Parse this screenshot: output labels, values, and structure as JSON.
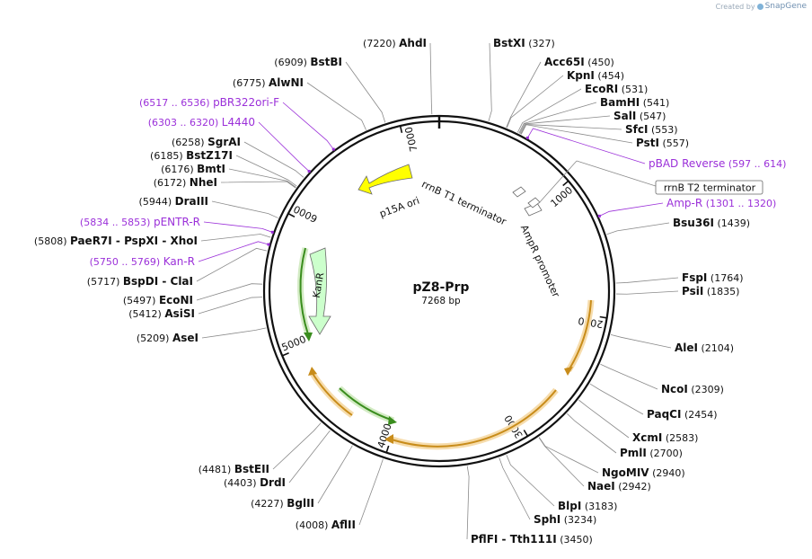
{
  "credit": {
    "prefix": "Created by",
    "brand": "SnapGene"
  },
  "map": {
    "name": "pZ8-Prp",
    "size_label": "7268 bp",
    "length": 7268,
    "ticks": [
      {
        "bp": 1000,
        "label": "1000"
      },
      {
        "bp": 2000,
        "label": "2000"
      },
      {
        "bp": 3000,
        "label": "3000"
      },
      {
        "bp": 4000,
        "label": "4000"
      },
      {
        "bp": 5000,
        "label": "5000"
      },
      {
        "bp": 6000,
        "label": "6000"
      },
      {
        "bp": 7000,
        "label": "7000"
      }
    ]
  },
  "sites": [
    {
      "id": "ahdi",
      "pos": "(7220)",
      "name": "AhdI",
      "bp": 7220
    },
    {
      "id": "bstxi",
      "pos": "(327)",
      "name": "BstXI",
      "bp": 327
    },
    {
      "id": "acc65i",
      "pos": "(450)",
      "name": "Acc65I",
      "bp": 450
    },
    {
      "id": "kpni",
      "pos": "(454)",
      "name": "KpnI",
      "bp": 454
    },
    {
      "id": "ecori",
      "pos": "(531)",
      "name": "EcoRI",
      "bp": 531
    },
    {
      "id": "bamhi",
      "pos": "(541)",
      "name": "BamHI",
      "bp": 541
    },
    {
      "id": "sali",
      "pos": "(547)",
      "name": "SalI",
      "bp": 547
    },
    {
      "id": "sfci",
      "pos": "(553)",
      "name": "SfcI",
      "bp": 553
    },
    {
      "id": "psti",
      "pos": "(557)",
      "name": "PstI",
      "bp": 557
    },
    {
      "id": "bsu36i",
      "pos": "(1439)",
      "name": "Bsu36I",
      "bp": 1439
    },
    {
      "id": "fspi",
      "pos": "(1764)",
      "name": "FspI",
      "bp": 1764
    },
    {
      "id": "psii",
      "pos": "(1835)",
      "name": "PsiI",
      "bp": 1835
    },
    {
      "id": "alei",
      "pos": "(2104)",
      "name": "AleI",
      "bp": 2104
    },
    {
      "id": "ncoi",
      "pos": "(2309)",
      "name": "NcoI",
      "bp": 2309
    },
    {
      "id": "paqci",
      "pos": "(2454)",
      "name": "PaqCI",
      "bp": 2454
    },
    {
      "id": "xcmi",
      "pos": "(2583)",
      "name": "XcmI",
      "bp": 2583
    },
    {
      "id": "pmli",
      "pos": "(2700)",
      "name": "PmlI",
      "bp": 2700
    },
    {
      "id": "ngomiv",
      "pos": "(2940)",
      "name": "NgoMIV",
      "bp": 2940
    },
    {
      "id": "naei",
      "pos": "(2942)",
      "name": "NaeI",
      "bp": 2942
    },
    {
      "id": "blpi",
      "pos": "(3183)",
      "name": "BlpI",
      "bp": 3183
    },
    {
      "id": "sphi",
      "pos": "(3234)",
      "name": "SphI",
      "bp": 3234
    },
    {
      "id": "pflfi",
      "pos": "(3450)",
      "name": "PflFI",
      "name2": "Tth111I",
      "bp": 3450
    },
    {
      "id": "aflii",
      "pos": "(4008)",
      "name": "AflII",
      "bp": 4008
    },
    {
      "id": "bglii",
      "pos": "(4227)",
      "name": "BglII",
      "bp": 4227
    },
    {
      "id": "drdi",
      "pos": "(4403)",
      "name": "DrdI",
      "bp": 4403
    },
    {
      "id": "bsteii",
      "pos": "(4481)",
      "name": "BstEII",
      "bp": 4481
    },
    {
      "id": "asei",
      "pos": "(5209)",
      "name": "AseI",
      "bp": 5209
    },
    {
      "id": "asisi",
      "pos": "(5412)",
      "name": "AsiSI",
      "bp": 5412
    },
    {
      "id": "econi",
      "pos": "(5497)",
      "name": "EcoNI",
      "bp": 5497
    },
    {
      "id": "bspdi",
      "pos": "(5717)",
      "name": "BspDI",
      "name2": "ClaI",
      "bp": 5717
    },
    {
      "id": "paer7i",
      "pos": "(5808)",
      "name": "PaeR7I",
      "name2": "PspXI",
      "name3": "XhoI",
      "bp": 5808
    },
    {
      "id": "draiii",
      "pos": "(5944)",
      "name": "DraIII",
      "bp": 5944
    },
    {
      "id": "nhei",
      "pos": "(6172)",
      "name": "NheI",
      "bp": 6172
    },
    {
      "id": "bmti",
      "pos": "(6176)",
      "name": "BmtI",
      "bp": 6176
    },
    {
      "id": "bstz17i",
      "pos": "(6185)",
      "name": "BstZ17I",
      "bp": 6185
    },
    {
      "id": "sgrai",
      "pos": "(6258)",
      "name": "SgrAI",
      "bp": 6258
    },
    {
      "id": "alwni",
      "pos": "(6775)",
      "name": "AlwNI",
      "bp": 6775
    },
    {
      "id": "bstbi",
      "pos": "(6909)",
      "name": "BstBI",
      "bp": 6909
    }
  ],
  "primers": [
    {
      "id": "pbr322ori-f",
      "pos": "(6517 .. 6536)",
      "name": "pBR322ori-F",
      "bp": 6527
    },
    {
      "id": "l4440",
      "pos": "(6303 .. 6320)",
      "name": "L4440",
      "bp": 6312
    },
    {
      "id": "pentr-r",
      "pos": "(5834 .. 5853)",
      "name": "pENTR-R",
      "bp": 5844
    },
    {
      "id": "kan-r",
      "pos": "(5750 .. 5769)",
      "name": "Kan-R",
      "bp": 5760
    },
    {
      "id": "pbad-reverse",
      "pos": "(597 .. 614)",
      "name": "pBAD Reverse",
      "bp": 605
    },
    {
      "id": "amp-r",
      "pos": "(1301 .. 1320)",
      "name": "Amp-R",
      "bp": 1310
    }
  ],
  "features": {
    "rrnb_t2": "rrnB T2 terminator",
    "rrnb_t1": "rrnB T1 terminator",
    "ampr_promoter": "AmpR promoter",
    "p15a_ori": "p15A ori",
    "kanr": "KanR"
  },
  "colors": {
    "primer": "#9b30d9",
    "ori": "#ffff00",
    "kanr": "#ccffcc",
    "orange_orf": "#e8a33a",
    "green_orf": "#4caf2f",
    "backbone": "#111111"
  }
}
